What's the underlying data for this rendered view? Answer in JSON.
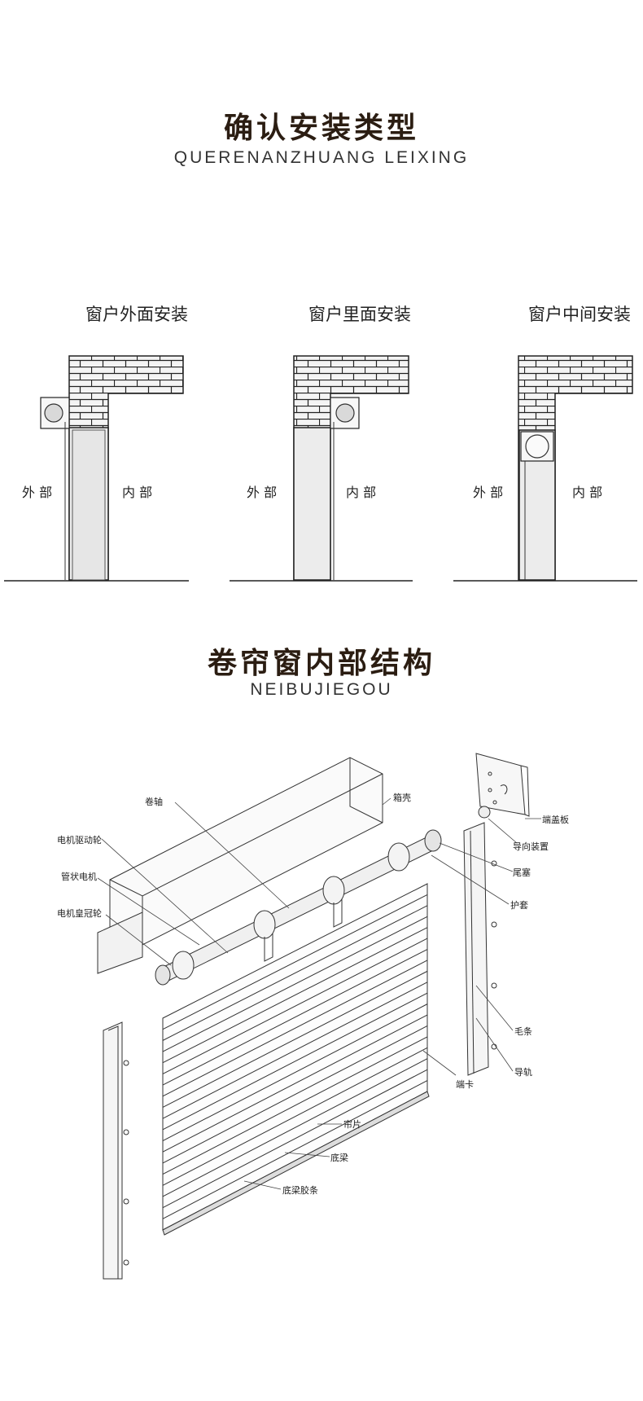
{
  "section1": {
    "title": "确认安装类型",
    "subtitle": "QUERENANZHUANG  LEIXING",
    "types": [
      {
        "label": "窗户外面安装",
        "outside": "外 部",
        "inside": "内 部"
      },
      {
        "label": "窗户里面安装",
        "outside": "外 部",
        "inside": "内 部"
      },
      {
        "label": "窗户中间安装",
        "outside": "外 部",
        "inside": "内 部"
      }
    ]
  },
  "section2": {
    "title": "卷帘窗内部结构",
    "subtitle": "NEIBUJIEGOU",
    "parts": {
      "juanzhou": "卷轴",
      "motor_drive_wheel": "电机驱动轮",
      "tube_motor": "管状电机",
      "motor_crown_wheel": "电机皇冠轮",
      "box": "箱壳",
      "end_plate": "端盖板",
      "guide_device": "导向装置",
      "tail_plug": "尾塞",
      "sleeve": "护套",
      "brush": "毛条",
      "guide_rail": "导轨",
      "slat_clip": "端卡",
      "slat": "帘片",
      "bottom_beam": "底梁",
      "bottom_strip": "底梁胶条"
    }
  }
}
